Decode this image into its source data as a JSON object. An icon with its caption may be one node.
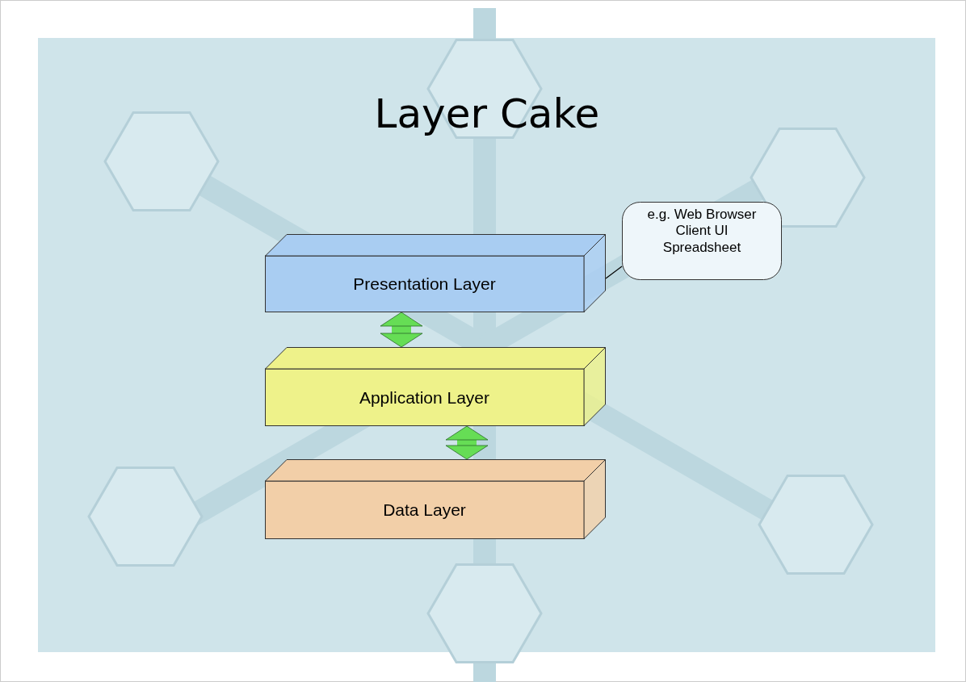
{
  "diagram": {
    "title": "Layer Cake",
    "nodes": [
      {
        "text": [
          "Presentation Layer"
        ]
      },
      {
        "text": [
          "Application Layer"
        ]
      },
      {
        "text": [
          "Data Layer"
        ]
      },
      {
        "text": [
          "e.g. Web Browser Client UI Spreadsheet"
        ]
      }
    ],
    "edges": [
      {
        "from": 0,
        "to": 1,
        "arrow": "both"
      },
      {
        "from": 1,
        "to": 2,
        "arrow": "both"
      },
      {
        "from": 3,
        "to": 0,
        "arrow": "none",
        "color": "#000000"
      }
    ]
  }
}
